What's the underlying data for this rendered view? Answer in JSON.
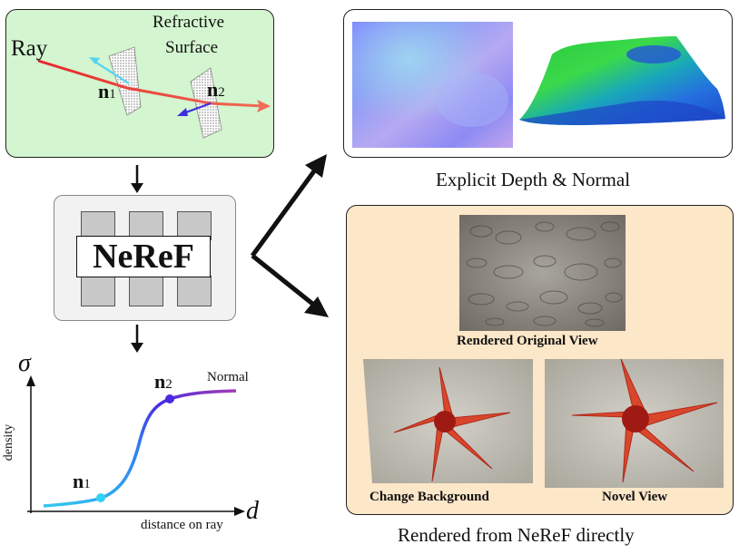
{
  "refraction": {
    "ray_label": "Ray",
    "surface_label_1": "Refractive",
    "surface_label_2": "Surface",
    "n1_base": "n",
    "n1_sub": "1",
    "n2_base": "n",
    "n2_sub": "2"
  },
  "model": {
    "label": "NeReF"
  },
  "density_plot": {
    "y_symbol": "σ",
    "y_label": "density",
    "x_symbol": "d",
    "x_label": "distance on ray",
    "curve_label": "Normal",
    "n1_base": "n",
    "n1_sub": "1",
    "n2_base": "n",
    "n2_sub": "2"
  },
  "outputs": {
    "depth_normal_caption": "Explicit Depth & Normal",
    "rendered_caption": "Rendered from NeReF directly",
    "original_view_label": "Rendered Original View",
    "change_background_label": "Change Background",
    "novel_view_label": "Novel View"
  },
  "colors": {
    "refraction_panel_bg": "#d3f5cf",
    "rendered_panel_bg": "#fce7c8",
    "model_box_bg": "#f2f2f2",
    "ray_red": "#e8262a",
    "ray_salmon": "#ee7a61",
    "normal_cyan": "#53d4f0",
    "normal_blue": "#3a2ee0"
  }
}
